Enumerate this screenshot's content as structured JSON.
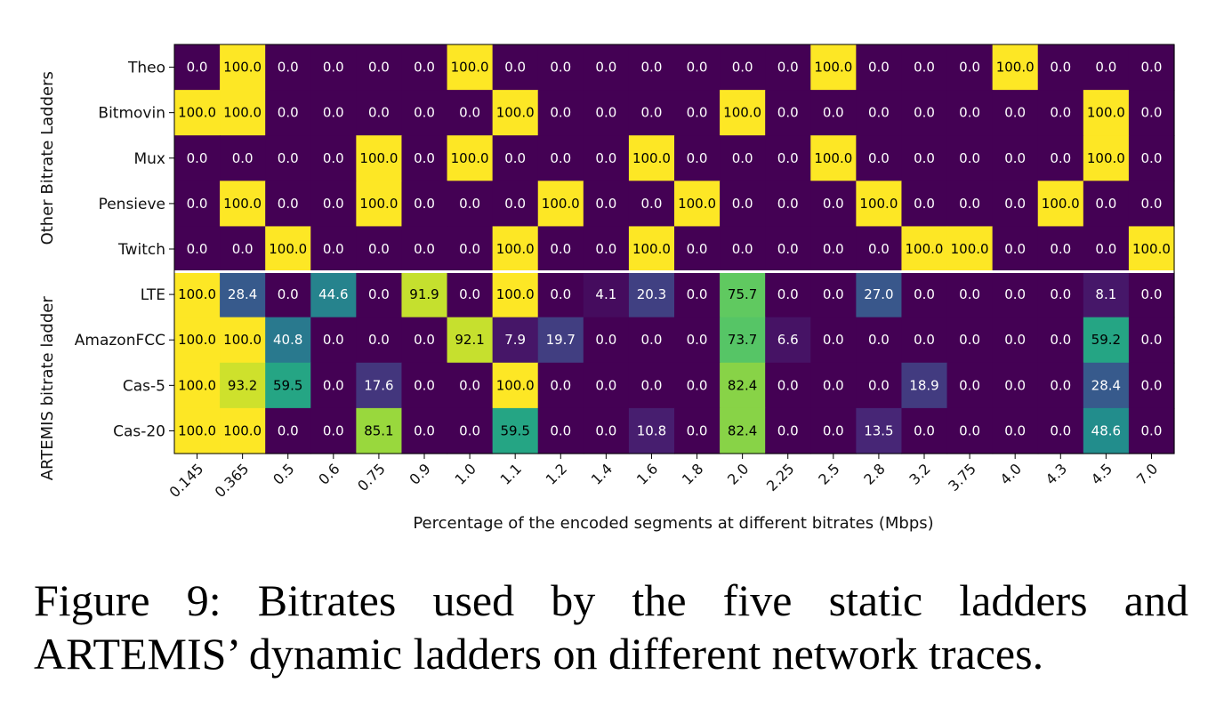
{
  "chart_data": {
    "type": "heatmap",
    "xlabel": "Percentage of the encoded segments at different bitrates (Mbps)",
    "x_categories": [
      "0.145",
      "0.365",
      "0.5",
      "0.6",
      "0.75",
      "0.9",
      "1.0",
      "1.1",
      "1.2",
      "1.4",
      "1.6",
      "1.8",
      "2.0",
      "2.25",
      "2.5",
      "2.8",
      "3.2",
      "3.75",
      "4.0",
      "4.3",
      "4.5",
      "7.0"
    ],
    "row_groups": [
      {
        "label": "Other Bitrate Ladders",
        "rows": [
          "Theo",
          "Bitmovin",
          "Mux",
          "Pensieve",
          "Twitch"
        ]
      },
      {
        "label": "ARTEMIS bitrate ladder",
        "rows": [
          "LTE",
          "AmazonFCC",
          "Cas-5",
          "Cas-20"
        ]
      }
    ],
    "rows": [
      "Theo",
      "Bitmovin",
      "Mux",
      "Pensieve",
      "Twitch",
      "LTE",
      "AmazonFCC",
      "Cas-5",
      "Cas-20"
    ],
    "values": [
      [
        0.0,
        100.0,
        0.0,
        0.0,
        0.0,
        0.0,
        100.0,
        0.0,
        0.0,
        0.0,
        0.0,
        0.0,
        0.0,
        0.0,
        100.0,
        0.0,
        0.0,
        0.0,
        100.0,
        0.0,
        0.0,
        0.0
      ],
      [
        100.0,
        100.0,
        0.0,
        0.0,
        0.0,
        0.0,
        0.0,
        100.0,
        0.0,
        0.0,
        0.0,
        0.0,
        100.0,
        0.0,
        0.0,
        0.0,
        0.0,
        0.0,
        0.0,
        0.0,
        100.0,
        0.0
      ],
      [
        0.0,
        0.0,
        0.0,
        0.0,
        100.0,
        0.0,
        100.0,
        0.0,
        0.0,
        0.0,
        100.0,
        0.0,
        0.0,
        0.0,
        100.0,
        0.0,
        0.0,
        0.0,
        0.0,
        0.0,
        100.0,
        0.0
      ],
      [
        0.0,
        100.0,
        0.0,
        0.0,
        100.0,
        0.0,
        0.0,
        0.0,
        100.0,
        0.0,
        0.0,
        100.0,
        0.0,
        0.0,
        0.0,
        100.0,
        0.0,
        0.0,
        0.0,
        100.0,
        0.0,
        0.0
      ],
      [
        0.0,
        0.0,
        100.0,
        0.0,
        0.0,
        0.0,
        0.0,
        100.0,
        0.0,
        0.0,
        100.0,
        0.0,
        0.0,
        0.0,
        0.0,
        0.0,
        100.0,
        100.0,
        0.0,
        0.0,
        0.0,
        100.0
      ],
      [
        100.0,
        28.4,
        0.0,
        44.6,
        0.0,
        91.9,
        0.0,
        100.0,
        0.0,
        4.1,
        20.3,
        0.0,
        75.7,
        0.0,
        0.0,
        27.0,
        0.0,
        0.0,
        0.0,
        0.0,
        8.1,
        0.0
      ],
      [
        100.0,
        100.0,
        40.8,
        0.0,
        0.0,
        0.0,
        92.1,
        7.9,
        19.7,
        0.0,
        0.0,
        0.0,
        73.7,
        6.6,
        0.0,
        0.0,
        0.0,
        0.0,
        0.0,
        0.0,
        59.2,
        0.0
      ],
      [
        100.0,
        93.2,
        59.5,
        0.0,
        17.6,
        0.0,
        0.0,
        100.0,
        0.0,
        0.0,
        0.0,
        0.0,
        82.4,
        0.0,
        0.0,
        0.0,
        18.9,
        0.0,
        0.0,
        0.0,
        28.4,
        0.0
      ],
      [
        100.0,
        100.0,
        0.0,
        0.0,
        85.1,
        0.0,
        0.0,
        59.5,
        0.0,
        0.0,
        10.8,
        0.0,
        82.4,
        0.0,
        0.0,
        13.5,
        0.0,
        0.0,
        0.0,
        0.0,
        48.6,
        0.0
      ]
    ],
    "vmin": 0,
    "vmax": 100,
    "colormap": "viridis",
    "group_separator_after_row": 4,
    "separator_color": "#ffffff"
  },
  "caption": {
    "line1_words": [
      "Figure",
      "9:",
      "Bitrates",
      "used",
      "by",
      "the",
      "five",
      "static",
      "ladders",
      "and"
    ],
    "line2": "ARTEMIS’ dynamic ladders on different network traces."
  }
}
